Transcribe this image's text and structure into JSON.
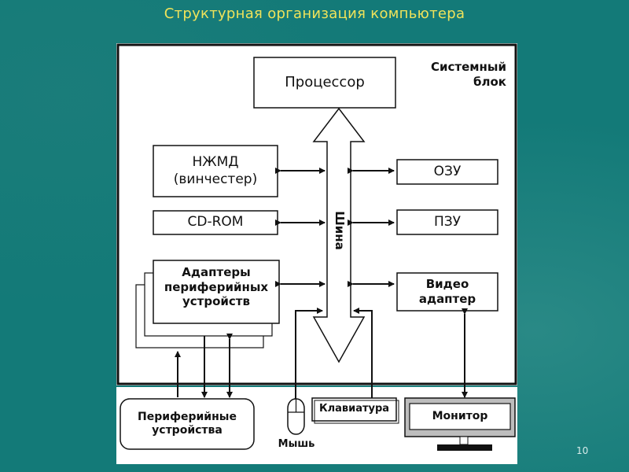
{
  "slide": {
    "title": "Структурная организация компьютера",
    "page_number": "10"
  },
  "diagram": {
    "system_unit_label": "Системный\nблок",
    "processor": "Процессор",
    "hdd": "НЖМД\n(винчестер)",
    "cdrom": "CD-ROM",
    "ram": "ОЗУ",
    "rom": "ПЗУ",
    "video_adapter": "Видео\nадаптер",
    "peripheral_adapters": "Адаптеры\nпериферийных\nустройств",
    "bus": "Шина",
    "peripherals": "Периферийные\nустройства",
    "keyboard": "Клавиатура",
    "mouse": "Мышь",
    "monitor": "Монитор"
  },
  "colors": {
    "background": "#137a78",
    "title": "#f0e35a",
    "diagram_bg": "#ffffff",
    "stroke": "#111111"
  }
}
